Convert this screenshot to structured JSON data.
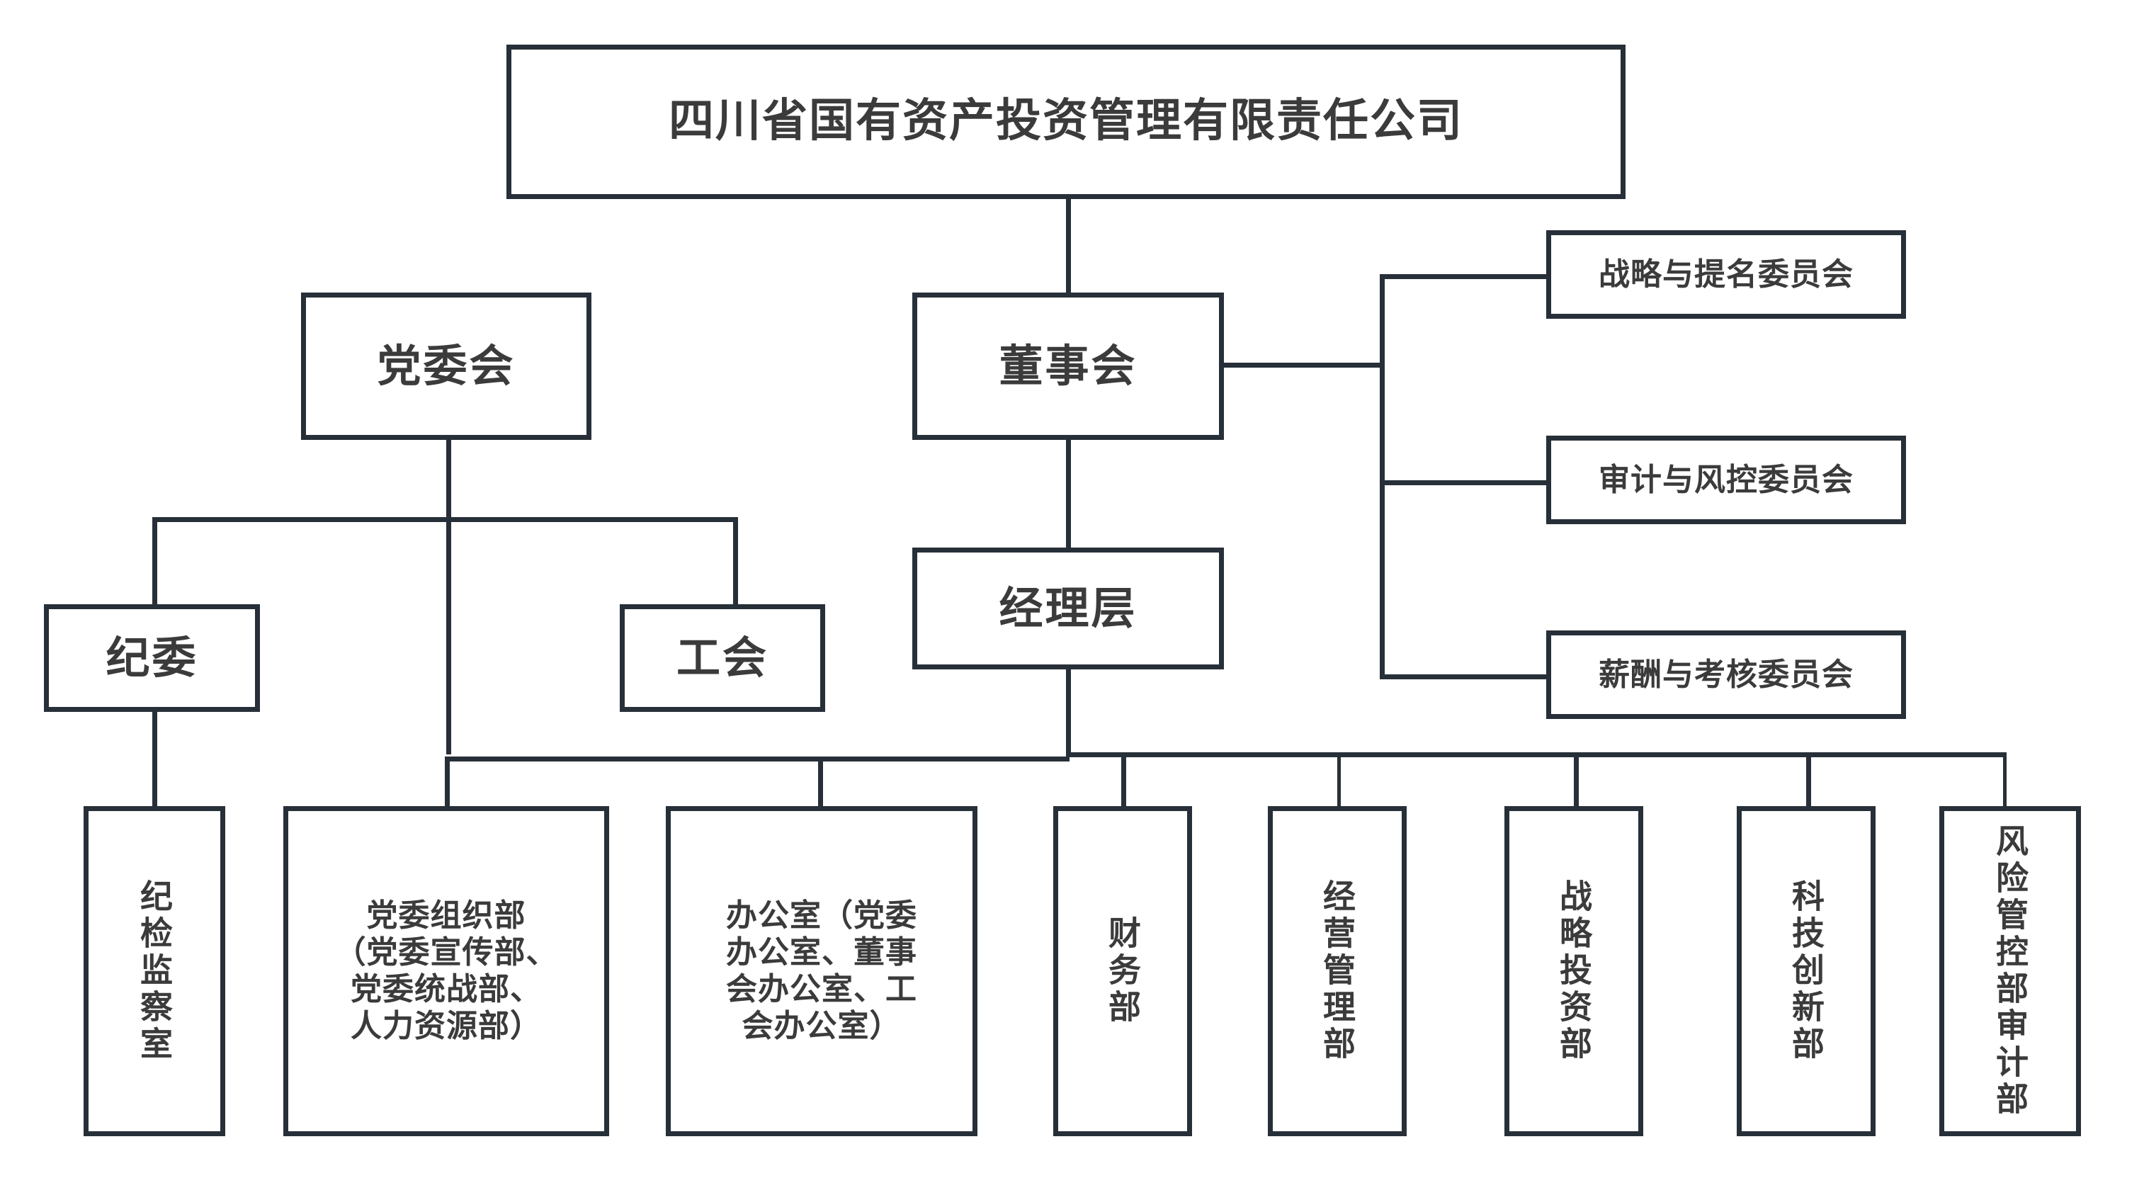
{
  "diagram": {
    "title_text": "四川省国有资产投资管理有限责任公司",
    "type": "organization-chart",
    "line_color": "#272f38",
    "box_border_color": "#272f38",
    "box_fill_color": "#ffffff",
    "text_color": "#3b3b3b",
    "background_color": "#ffffff"
  },
  "root": {
    "label": "四川省国有资产投资管理有限责任公司"
  },
  "level2": {
    "party_committee": {
      "label": "党委会"
    },
    "board_of_directors": {
      "label": "董事会"
    }
  },
  "level3": {
    "discipline_committee": {
      "label": "纪委"
    },
    "labor_union": {
      "label": "工会"
    },
    "management": {
      "label": "经理层"
    }
  },
  "board_committees": [
    {
      "label": "战略与提名委员会"
    },
    {
      "label": "审计与风控委员会"
    },
    {
      "label": "薪酬与考核委员会"
    }
  ],
  "departments": [
    {
      "label": "纪检监察室",
      "orientation": "vertical"
    },
    {
      "label": "党委组织部\n（党委宣传部、\n党委统战部、\n人力资源部）",
      "orientation": "horizontal"
    },
    {
      "label": "办公室（党委\n办公室、董事\n会办公室、工\n会办公室）",
      "orientation": "horizontal"
    },
    {
      "label": "财务部",
      "orientation": "vertical"
    },
    {
      "label": "经营管理部",
      "orientation": "vertical"
    },
    {
      "label": "战略投资部",
      "orientation": "vertical"
    },
    {
      "label": "科技创新部",
      "orientation": "vertical"
    },
    {
      "label": "风险管控部审计部",
      "orientation": "vertical"
    }
  ]
}
